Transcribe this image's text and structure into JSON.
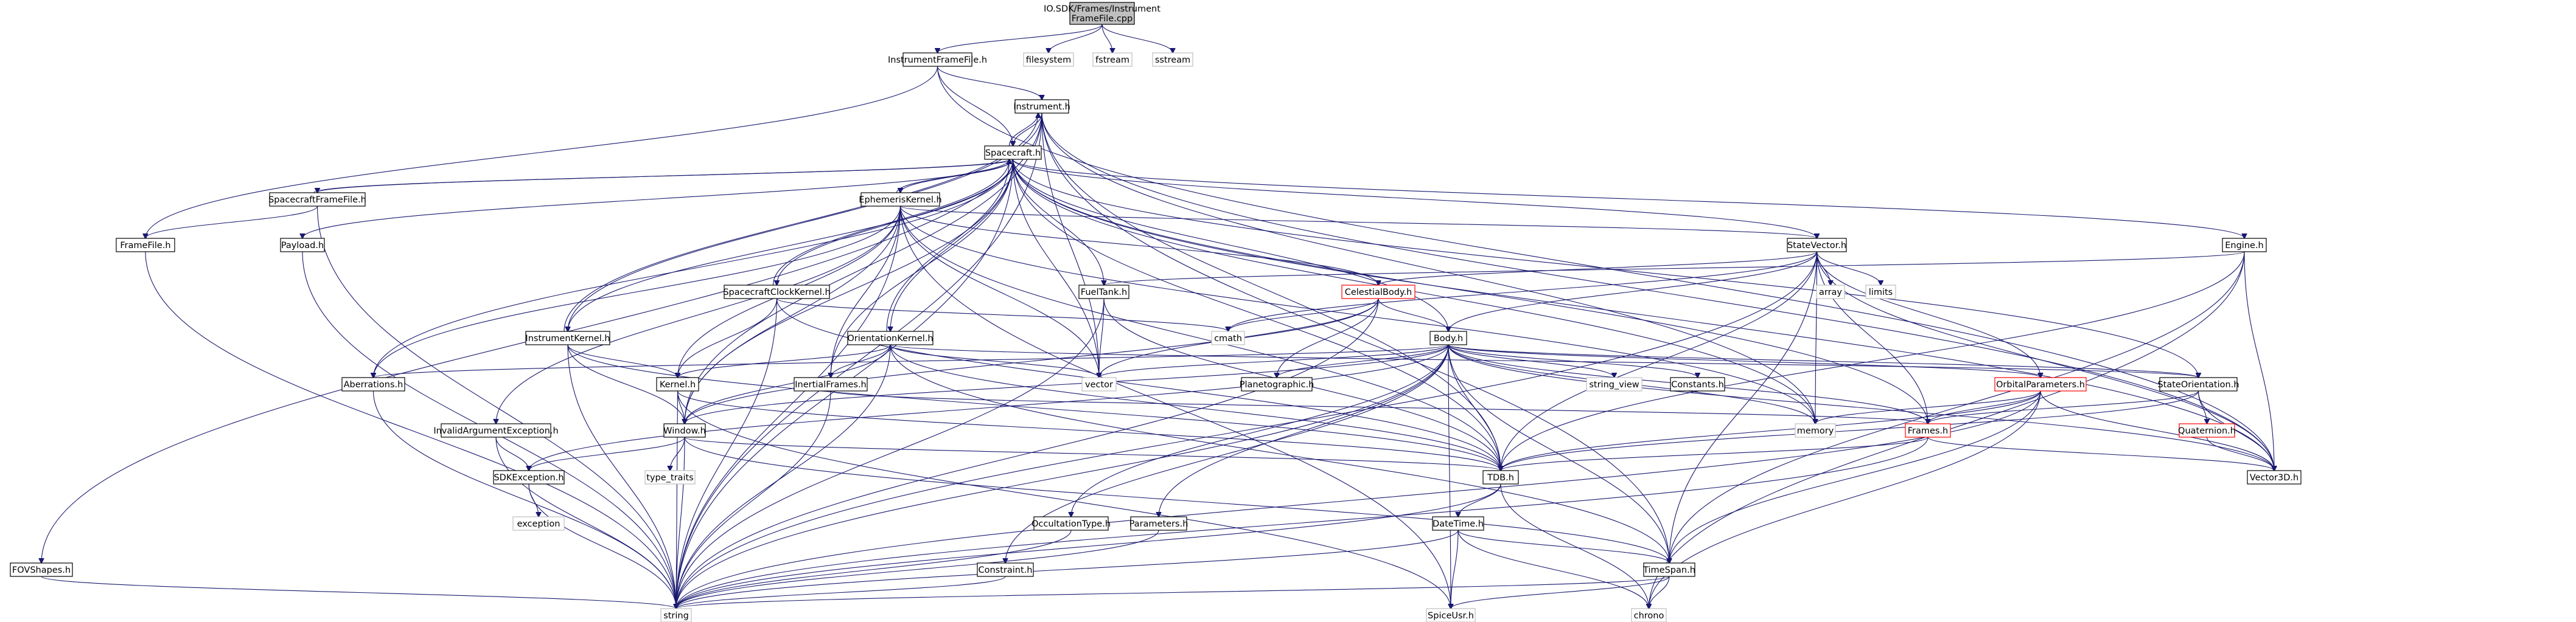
{
  "colors": {
    "root_fill": "#bfbfbf",
    "edge": "#191970",
    "border_normal": "#000000",
    "border_incomplete": "#ff0000",
    "border_external": "#bfbfbf"
  },
  "nodes": [
    {
      "id": "root",
      "label": "IO.SDK/Frames/Instrument\nFrameFile.cpp",
      "kind": "root"
    },
    {
      "id": "InstrumentFrameFile_h",
      "label": "InstrumentFrameFile.h",
      "kind": "normal"
    },
    {
      "id": "filesystem",
      "label": "filesystem",
      "kind": "external"
    },
    {
      "id": "fstream",
      "label": "fstream",
      "kind": "external"
    },
    {
      "id": "sstream",
      "label": "sstream",
      "kind": "external"
    },
    {
      "id": "Instrument_h",
      "label": "Instrument.h",
      "kind": "normal"
    },
    {
      "id": "Spacecraft_h",
      "label": "Spacecraft.h",
      "kind": "normal"
    },
    {
      "id": "SpacecraftFrameFile_h",
      "label": "SpacecraftFrameFile.h",
      "kind": "normal"
    },
    {
      "id": "EphemerisKernel_h",
      "label": "EphemerisKernel.h",
      "kind": "normal"
    },
    {
      "id": "FrameFile_h",
      "label": "FrameFile.h",
      "kind": "normal"
    },
    {
      "id": "Payload_h",
      "label": "Payload.h",
      "kind": "normal"
    },
    {
      "id": "SpacecraftClockKernel_h",
      "label": "SpacecraftClockKernel.h",
      "kind": "normal"
    },
    {
      "id": "InstrumentKernel_h",
      "label": "InstrumentKernel.h",
      "kind": "normal"
    },
    {
      "id": "OrientationKernel_h",
      "label": "OrientationKernel.h",
      "kind": "normal"
    },
    {
      "id": "FuelTank_h",
      "label": "FuelTank.h",
      "kind": "normal"
    },
    {
      "id": "CelestialBody_h",
      "label": "CelestialBody.h",
      "kind": "red"
    },
    {
      "id": "StateVector_h",
      "label": "StateVector.h",
      "kind": "normal"
    },
    {
      "id": "Engine_h",
      "label": "Engine.h",
      "kind": "normal"
    },
    {
      "id": "Body_h",
      "label": "Body.h",
      "kind": "normal"
    },
    {
      "id": "cmath",
      "label": "cmath",
      "kind": "external"
    },
    {
      "id": "array",
      "label": "array",
      "kind": "external"
    },
    {
      "id": "limits",
      "label": "limits",
      "kind": "external"
    },
    {
      "id": "Aberrations_h",
      "label": "Aberrations.h",
      "kind": "normal"
    },
    {
      "id": "Kernel_h",
      "label": "Kernel.h",
      "kind": "normal"
    },
    {
      "id": "InertialFrames_h",
      "label": "InertialFrames.h",
      "kind": "normal"
    },
    {
      "id": "vector",
      "label": "vector",
      "kind": "external"
    },
    {
      "id": "Planetographic_h",
      "label": "Planetographic.h",
      "kind": "normal"
    },
    {
      "id": "string_view",
      "label": "string_view",
      "kind": "external"
    },
    {
      "id": "Constants_h",
      "label": "Constants.h",
      "kind": "normal"
    },
    {
      "id": "OrbitalParameters_h",
      "label": "OrbitalParameters.h",
      "kind": "red"
    },
    {
      "id": "StateOrientation_h",
      "label": "StateOrientation.h",
      "kind": "normal"
    },
    {
      "id": "InvalidArgumentException_h",
      "label": "InvalidArgumentException.h",
      "kind": "normal"
    },
    {
      "id": "Window_h",
      "label": "Window.h",
      "kind": "normal"
    },
    {
      "id": "memory",
      "label": "memory",
      "kind": "external"
    },
    {
      "id": "Frames_h",
      "label": "Frames.h",
      "kind": "red"
    },
    {
      "id": "Quaternion_h",
      "label": "Quaternion.h",
      "kind": "red"
    },
    {
      "id": "SDKException_h",
      "label": "SDKException.h",
      "kind": "normal"
    },
    {
      "id": "type_traits",
      "label": "type_traits",
      "kind": "external"
    },
    {
      "id": "TDB_h",
      "label": "TDB.h",
      "kind": "normal"
    },
    {
      "id": "Vector3D_h",
      "label": "Vector3D.h",
      "kind": "normal"
    },
    {
      "id": "exception",
      "label": "exception",
      "kind": "external"
    },
    {
      "id": "OccultationType_h",
      "label": "OccultationType.h",
      "kind": "normal"
    },
    {
      "id": "Parameters_h",
      "label": "Parameters.h",
      "kind": "normal"
    },
    {
      "id": "DateTime_h",
      "label": "DateTime.h",
      "kind": "normal"
    },
    {
      "id": "FOVShapes_h",
      "label": "FOVShapes.h",
      "kind": "normal"
    },
    {
      "id": "Constraint_h",
      "label": "Constraint.h",
      "kind": "normal"
    },
    {
      "id": "TimeSpan_h",
      "label": "TimeSpan.h",
      "kind": "normal"
    },
    {
      "id": "string",
      "label": "string",
      "kind": "external"
    },
    {
      "id": "SpiceUsr_h",
      "label": "SpiceUsr.h",
      "kind": "external"
    },
    {
      "id": "chrono",
      "label": "chrono",
      "kind": "external"
    }
  ],
  "edges": [
    [
      "root",
      "InstrumentFrameFile_h"
    ],
    [
      "root",
      "filesystem"
    ],
    [
      "root",
      "fstream"
    ],
    [
      "root",
      "sstream"
    ],
    [
      "InstrumentFrameFile_h",
      "Instrument_h"
    ],
    [
      "InstrumentFrameFile_h",
      "FrameFile_h"
    ],
    [
      "InstrumentFrameFile_h",
      "Spacecraft_h"
    ],
    [
      "InstrumentFrameFile_h",
      "Vector3D_h"
    ],
    [
      "Instrument_h",
      "Spacecraft_h"
    ],
    [
      "Instrument_h",
      "InstrumentKernel_h"
    ],
    [
      "Instrument_h",
      "FOVShapes_h"
    ],
    [
      "Instrument_h",
      "string"
    ],
    [
      "Instrument_h",
      "vector"
    ],
    [
      "Instrument_h",
      "memory"
    ],
    [
      "Instrument_h",
      "Vector3D_h"
    ],
    [
      "Instrument_h",
      "Window_h"
    ],
    [
      "Instrument_h",
      "TDB_h"
    ],
    [
      "Instrument_h",
      "TimeSpan_h"
    ],
    [
      "Spacecraft_h",
      "Instrument_h"
    ],
    [
      "Spacecraft_h",
      "SpacecraftFrameFile_h"
    ],
    [
      "Spacecraft_h",
      "EphemerisKernel_h"
    ],
    [
      "Spacecraft_h",
      "Payload_h"
    ],
    [
      "Spacecraft_h",
      "SpacecraftClockKernel_h"
    ],
    [
      "Spacecraft_h",
      "OrientationKernel_h"
    ],
    [
      "Spacecraft_h",
      "FuelTank_h"
    ],
    [
      "Spacecraft_h",
      "Engine_h"
    ],
    [
      "Spacecraft_h",
      "StateVector_h"
    ],
    [
      "Spacecraft_h",
      "StateOrientation_h"
    ],
    [
      "Spacecraft_h",
      "Body_h"
    ],
    [
      "Spacecraft_h",
      "Aberrations_h"
    ],
    [
      "Spacecraft_h",
      "InstrumentKernel_h"
    ],
    [
      "Spacecraft_h",
      "Window_h"
    ],
    [
      "Spacecraft_h",
      "Frames_h"
    ],
    [
      "Spacecraft_h",
      "string"
    ],
    [
      "Spacecraft_h",
      "vector"
    ],
    [
      "Spacecraft_h",
      "memory"
    ],
    [
      "Spacecraft_h",
      "Vector3D_h"
    ],
    [
      "Spacecraft_h",
      "InertialFrames_h"
    ],
    [
      "Spacecraft_h",
      "TDB_h"
    ],
    [
      "SpacecraftFrameFile_h",
      "FrameFile_h"
    ],
    [
      "SpacecraftFrameFile_h",
      "Spacecraft_h"
    ],
    [
      "SpacecraftFrameFile_h",
      "string"
    ],
    [
      "EphemerisKernel_h",
      "Spacecraft_h"
    ],
    [
      "EphemerisKernel_h",
      "Kernel_h"
    ],
    [
      "EphemerisKernel_h",
      "StateVector_h"
    ],
    [
      "EphemerisKernel_h",
      "Aberrations_h"
    ],
    [
      "EphemerisKernel_h",
      "CelestialBody_h"
    ],
    [
      "EphemerisKernel_h",
      "InertialFrames_h"
    ],
    [
      "EphemerisKernel_h",
      "InvalidArgumentException_h"
    ],
    [
      "EphemerisKernel_h",
      "Window_h"
    ],
    [
      "EphemerisKernel_h",
      "TDB_h"
    ],
    [
      "EphemerisKernel_h",
      "vector"
    ],
    [
      "EphemerisKernel_h",
      "string"
    ],
    [
      "EphemerisKernel_h",
      "SpiceUsr_h"
    ],
    [
      "EphemerisKernel_h",
      "memory"
    ],
    [
      "FrameFile_h",
      "string"
    ],
    [
      "Payload_h",
      "string"
    ],
    [
      "SpacecraftClockKernel_h",
      "Kernel_h"
    ],
    [
      "SpacecraftClockKernel_h",
      "Spacecraft_h"
    ],
    [
      "SpacecraftClockKernel_h",
      "TDB_h"
    ],
    [
      "SpacecraftClockKernel_h",
      "string"
    ],
    [
      "SpacecraftClockKernel_h",
      "cmath"
    ],
    [
      "InstrumentKernel_h",
      "Kernel_h"
    ],
    [
      "InstrumentKernel_h",
      "Instrument_h"
    ],
    [
      "InstrumentKernel_h",
      "Window_h"
    ],
    [
      "InstrumentKernel_h",
      "TDB_h"
    ],
    [
      "InstrumentKernel_h",
      "string"
    ],
    [
      "OrientationKernel_h",
      "Kernel_h"
    ],
    [
      "OrientationKernel_h",
      "Spacecraft_h"
    ],
    [
      "OrientationKernel_h",
      "InertialFrames_h"
    ],
    [
      "OrientationKernel_h",
      "StateOrientation_h"
    ],
    [
      "OrientationKernel_h",
      "Window_h"
    ],
    [
      "OrientationKernel_h",
      "TDB_h"
    ],
    [
      "OrientationKernel_h",
      "vector"
    ],
    [
      "OrientationKernel_h",
      "string"
    ],
    [
      "OrientationKernel_h",
      "TimeSpan_h"
    ],
    [
      "FuelTank_h",
      "string"
    ],
    [
      "FuelTank_h",
      "vector"
    ],
    [
      "FuelTank_h",
      "TDB_h"
    ],
    [
      "CelestialBody_h",
      "Body_h"
    ],
    [
      "CelestialBody_h",
      "cmath"
    ],
    [
      "CelestialBody_h",
      "vector"
    ],
    [
      "CelestialBody_h",
      "Planetographic_h"
    ],
    [
      "CelestialBody_h",
      "Window_h"
    ],
    [
      "CelestialBody_h",
      "string"
    ],
    [
      "StateVector_h",
      "CelestialBody_h"
    ],
    [
      "StateVector_h",
      "Body_h"
    ],
    [
      "StateVector_h",
      "array"
    ],
    [
      "StateVector_h",
      "limits"
    ],
    [
      "StateVector_h",
      "cmath"
    ],
    [
      "StateVector_h",
      "OrbitalParameters_h"
    ],
    [
      "StateVector_h",
      "memory"
    ],
    [
      "StateVector_h",
      "Frames_h"
    ],
    [
      "StateVector_h",
      "TDB_h"
    ],
    [
      "StateVector_h",
      "Vector3D_h"
    ],
    [
      "StateVector_h",
      "string"
    ],
    [
      "StateVector_h",
      "TimeSpan_h"
    ],
    [
      "Engine_h",
      "FuelTank_h"
    ],
    [
      "Engine_h",
      "Vector3D_h"
    ],
    [
      "Engine_h",
      "TimeSpan_h"
    ],
    [
      "Engine_h",
      "chrono"
    ],
    [
      "Engine_h",
      "TDB_h"
    ],
    [
      "Body_h",
      "Aberrations_h"
    ],
    [
      "Body_h",
      "Planetographic_h"
    ],
    [
      "Body_h",
      "string_view"
    ],
    [
      "Body_h",
      "Constants_h"
    ],
    [
      "Body_h",
      "OrbitalParameters_h"
    ],
    [
      "Body_h",
      "StateOrientation_h"
    ],
    [
      "Body_h",
      "memory"
    ],
    [
      "Body_h",
      "Frames_h"
    ],
    [
      "Body_h",
      "TDB_h"
    ],
    [
      "Body_h",
      "Vector3D_h"
    ],
    [
      "Body_h",
      "Window_h"
    ],
    [
      "Body_h",
      "OccultationType_h"
    ],
    [
      "Body_h",
      "Parameters_h"
    ],
    [
      "Body_h",
      "Constraint_h"
    ],
    [
      "Body_h",
      "string"
    ],
    [
      "Body_h",
      "vector"
    ],
    [
      "Body_h",
      "SDKException_h"
    ],
    [
      "Body_h",
      "TimeSpan_h"
    ],
    [
      "Body_h",
      "SpiceUsr_h"
    ],
    [
      "Aberrations_h",
      "string"
    ],
    [
      "Kernel_h",
      "Window_h"
    ],
    [
      "Kernel_h",
      "TDB_h"
    ],
    [
      "Kernel_h",
      "string"
    ],
    [
      "Kernel_h",
      "SpiceUsr_h"
    ],
    [
      "InertialFrames_h",
      "Frames_h"
    ],
    [
      "InertialFrames_h",
      "string"
    ],
    [
      "OrbitalParameters_h",
      "memory"
    ],
    [
      "OrbitalParameters_h",
      "Frames_h"
    ],
    [
      "OrbitalParameters_h",
      "TDB_h"
    ],
    [
      "OrbitalParameters_h",
      "Vector3D_h"
    ],
    [
      "OrbitalParameters_h",
      "chrono"
    ],
    [
      "OrbitalParameters_h",
      "TimeSpan_h"
    ],
    [
      "OrbitalParameters_h",
      "string"
    ],
    [
      "StateOrientation_h",
      "Quaternion_h"
    ],
    [
      "StateOrientation_h",
      "Vector3D_h"
    ],
    [
      "StateOrientation_h",
      "Frames_h"
    ],
    [
      "StateOrientation_h",
      "TDB_h"
    ],
    [
      "InvalidArgumentException_h",
      "SDKException_h"
    ],
    [
      "InvalidArgumentException_h",
      "string"
    ],
    [
      "Window_h",
      "SDKException_h"
    ],
    [
      "Window_h",
      "type_traits"
    ],
    [
      "Window_h",
      "TDB_h"
    ],
    [
      "Window_h",
      "TimeSpan_h"
    ],
    [
      "Window_h",
      "string"
    ],
    [
      "Frames_h",
      "TDB_h"
    ],
    [
      "Frames_h",
      "Vector3D_h"
    ],
    [
      "Frames_h",
      "string"
    ],
    [
      "Quaternion_h",
      "Vector3D_h"
    ],
    [
      "SDKException_h",
      "exception"
    ],
    [
      "SDKException_h",
      "string"
    ],
    [
      "TDB_h",
      "DateTime_h"
    ],
    [
      "TDB_h",
      "chrono"
    ],
    [
      "TDB_h",
      "string"
    ],
    [
      "DateTime_h",
      "TimeSpan_h"
    ],
    [
      "DateTime_h",
      "SpiceUsr_h"
    ],
    [
      "DateTime_h",
      "chrono"
    ],
    [
      "DateTime_h",
      "string"
    ],
    [
      "OccultationType_h",
      "string"
    ],
    [
      "Parameters_h",
      "string"
    ],
    [
      "Constraint_h",
      "string"
    ],
    [
      "FOVShapes_h",
      "string"
    ],
    [
      "TimeSpan_h",
      "chrono"
    ],
    [
      "TimeSpan_h",
      "string"
    ],
    [
      "TimeSpan_h",
      "SpiceUsr_h"
    ]
  ]
}
